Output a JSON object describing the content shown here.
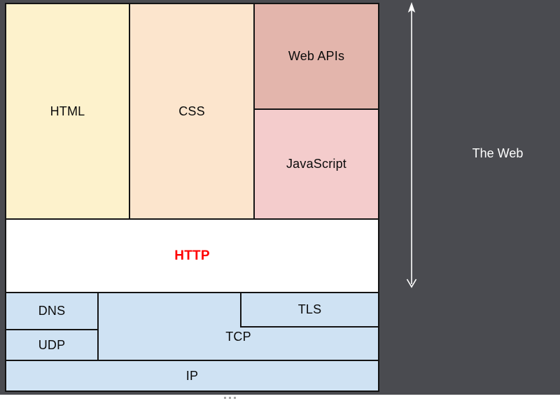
{
  "page": {
    "background_color": "#4A4B50",
    "footer": {
      "color": "#FFFFFF",
      "ellipsis_icon": "horizontal-dots"
    }
  },
  "diagram": {
    "border_color": "#141414",
    "boxes": {
      "html": {
        "label": "HTML",
        "color": "#FDF2CC"
      },
      "css": {
        "label": "CSS",
        "color": "#FCE5CD"
      },
      "web_apis": {
        "label": "Web APIs",
        "color": "#E3B5AC"
      },
      "javascript": {
        "label": "JavaScript",
        "color": "#F4CCCC"
      },
      "http": {
        "label": "HTTP",
        "color": "#FFFFFF",
        "text_color": "#FF0000",
        "bold": true
      },
      "dns": {
        "label": "DNS",
        "color": "#CFE2F3"
      },
      "udp": {
        "label": "UDP",
        "color": "#CFE2F3"
      },
      "tcp": {
        "label": "TCP",
        "color": "#CFE2F3"
      },
      "tls": {
        "label": "TLS",
        "color": "#CFE2F3"
      },
      "ip": {
        "label": "IP",
        "color": "#CFE2F3"
      }
    }
  },
  "annotation": {
    "label": "The Web",
    "arrow": "vertical-double-headed",
    "color": "#FFFFFF"
  }
}
